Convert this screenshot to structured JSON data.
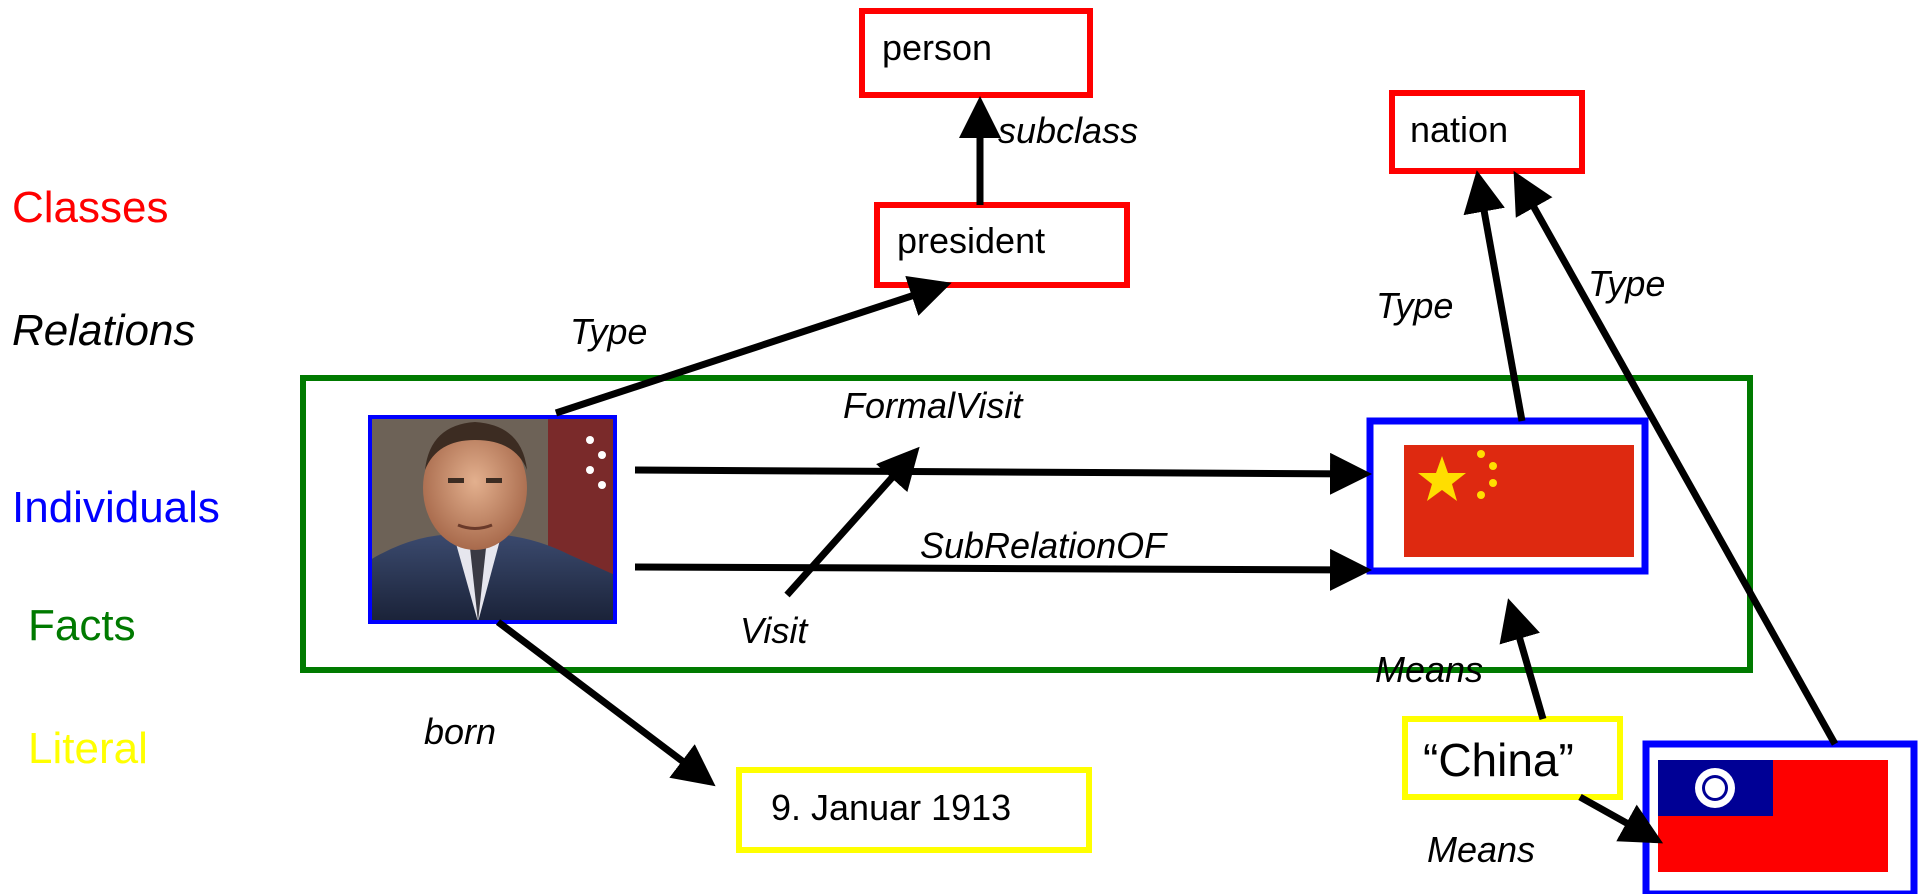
{
  "legend": {
    "classes": "Classes",
    "relations": "Relations",
    "individuals": "Individuals",
    "facts": "Facts",
    "literal": "Literal"
  },
  "nodes": {
    "person": "person",
    "president": "president",
    "nation": "nation",
    "date": "9. Januar 1913",
    "china_literal": "“China”"
  },
  "edges": {
    "subclass": "subclass",
    "type_president": "Type",
    "type_prc": "Type",
    "type_roc": "Type",
    "formal_visit": "FormalVisit",
    "sub_relation_of": "SubRelationOF",
    "visit": "Visit",
    "born": "born",
    "means_prc": "Means",
    "means_roc": "Means"
  },
  "colors": {
    "class": "#ff0000",
    "relation": "#000000",
    "individual": "#0000ff",
    "fact": "#007a00",
    "literal": "#ffff00"
  }
}
